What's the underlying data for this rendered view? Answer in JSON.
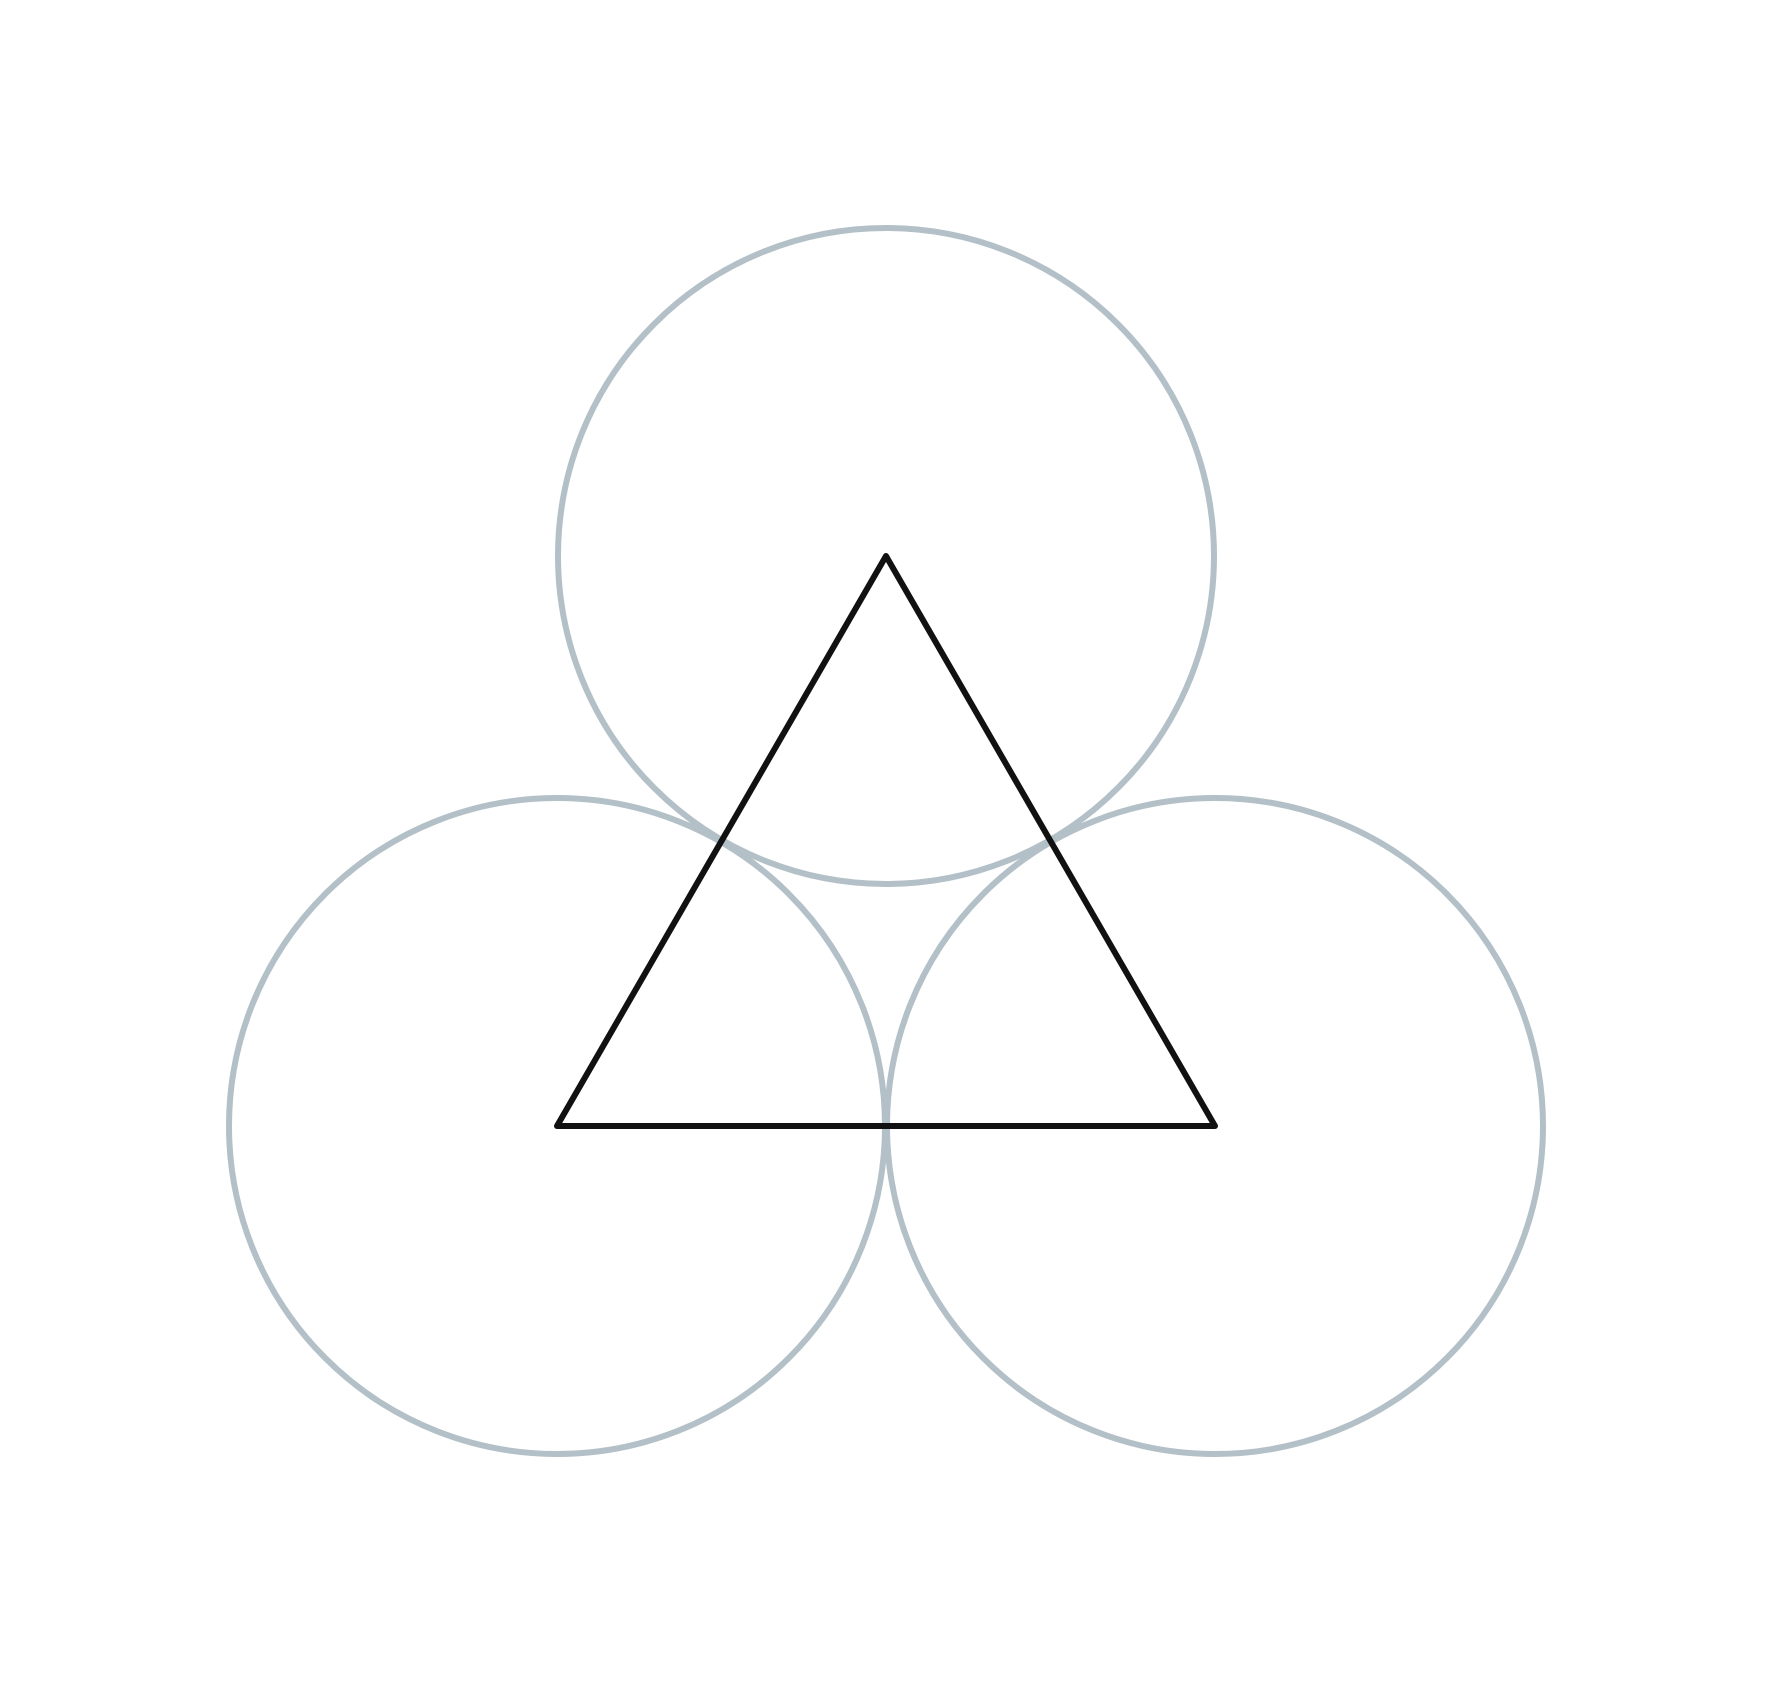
{
  "diagram": {
    "circles": [
      {
        "id": "top",
        "stroke": "#b3c0c7"
      },
      {
        "id": "bottom-left",
        "stroke": "#b3c0c7"
      },
      {
        "id": "bottom-right",
        "stroke": "#b3c0c7"
      }
    ],
    "triangle": {
      "stroke": "#111111",
      "vertices": [
        "top",
        "bottom-left",
        "bottom-right"
      ]
    },
    "background": "#ffffff"
  }
}
